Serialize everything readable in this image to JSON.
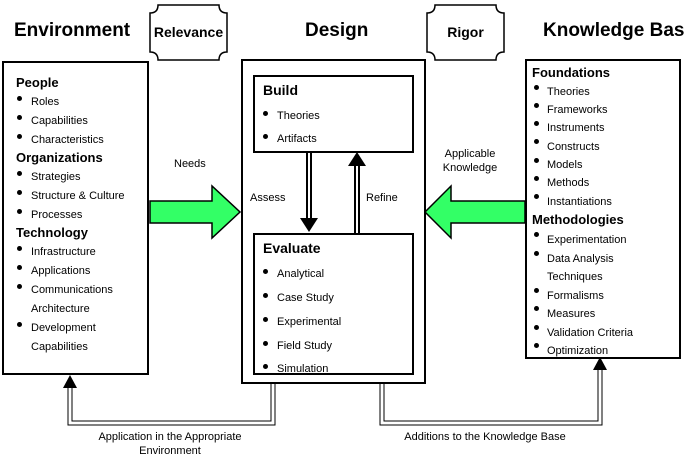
{
  "headings": {
    "environment": "Environment",
    "design": "Design",
    "knowledge_base": "Knowledge Base"
  },
  "badges": {
    "relevance": "Relevance",
    "rigor": "Rigor"
  },
  "environment": {
    "people": {
      "title": "People",
      "items": [
        "Roles",
        "Capabilities",
        "Characteristics"
      ]
    },
    "organizations": {
      "title": "Organizations",
      "items": [
        "Strategies",
        "Structure & Culture",
        "Processes"
      ]
    },
    "technology": {
      "title": "Technology",
      "items": [
        "Infrastructure",
        "Applications",
        "Communications",
        "Architecture",
        "Development",
        "Capabilities"
      ]
    }
  },
  "design": {
    "build": {
      "title": "Build",
      "items": [
        "Theories",
        "Artifacts"
      ]
    },
    "evaluate": {
      "title": "Evaluate",
      "items": [
        "Analytical",
        "Case Study",
        "Experimental",
        "Field Study",
        "Simulation"
      ]
    },
    "assess_label": "Assess",
    "refine_label": "Refine"
  },
  "knowledge_base": {
    "foundations": {
      "title": "Foundations",
      "items": [
        "Theories",
        "Frameworks",
        "Instruments",
        "Constructs",
        "Models",
        "Methods",
        "Instantiations"
      ]
    },
    "methodologies": {
      "title": "Methodologies",
      "items": [
        "Experimentation",
        "Data Analysis",
        "Techniques",
        "Formalisms",
        "Measures",
        "Validation Criteria",
        "Optimization"
      ]
    }
  },
  "flows": {
    "needs": "Needs",
    "applicable_knowledge_line1": "Applicable",
    "applicable_knowledge_line2": "Knowledge",
    "application_line1": "Application in the Appropriate",
    "application_line2": "Environment",
    "additions": "Additions to the Knowledge Base"
  },
  "colors": {
    "arrow_fill": "#33ff66",
    "stroke": "#000000"
  }
}
